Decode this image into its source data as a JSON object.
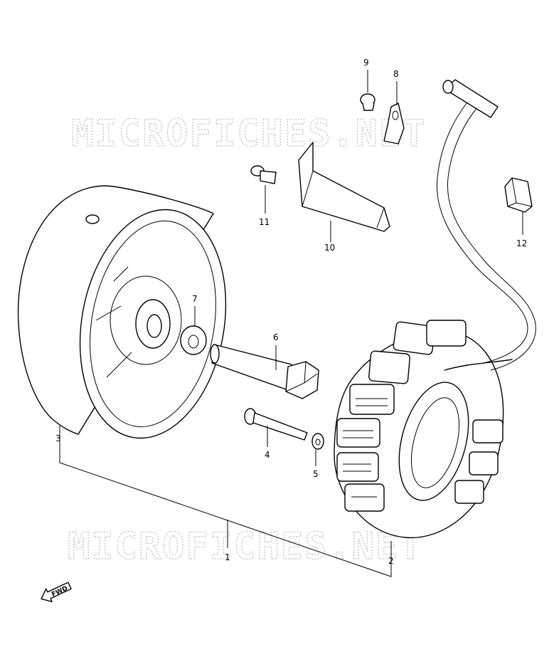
{
  "watermark": {
    "top": "MICROFICHES.NET",
    "bottom": "MICROFICHES.NET"
  },
  "callouts": [
    {
      "id": "1",
      "label": "1"
    },
    {
      "id": "2",
      "label": "2"
    },
    {
      "id": "3",
      "label": "3"
    },
    {
      "id": "4",
      "label": "4"
    },
    {
      "id": "5",
      "label": "5"
    },
    {
      "id": "6",
      "label": "6"
    },
    {
      "id": "7",
      "label": "7"
    },
    {
      "id": "8",
      "label": "8"
    },
    {
      "id": "9",
      "label": "9"
    },
    {
      "id": "10",
      "label": "10"
    },
    {
      "id": "11",
      "label": "11"
    },
    {
      "id": "12",
      "label": "12"
    }
  ],
  "direction_marker": {
    "text": "FWD",
    "icon": "arrow-left-icon"
  }
}
